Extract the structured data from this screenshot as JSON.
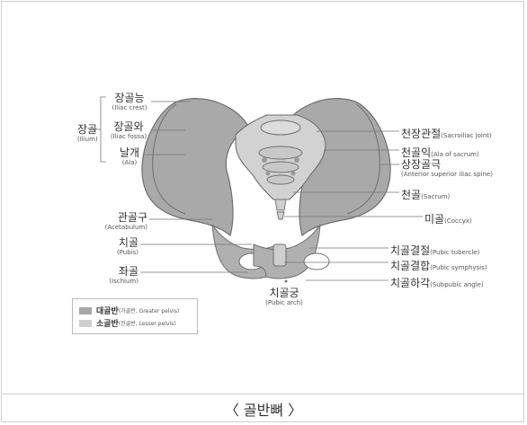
{
  "labels_left": {
    "ilium": {
      "ko": "장골",
      "en": "(Ilium)"
    },
    "iliac_crest": {
      "ko": "장골능",
      "en": "(Iliac crest)"
    },
    "iliac_fossa": {
      "ko": "장골와",
      "en": "(Iliac fossa)"
    },
    "ala": {
      "ko": "날개",
      "en": "(Ala)"
    },
    "acetabulum": {
      "ko": "관골구",
      "en": "(Acetabulum)"
    },
    "pubis": {
      "ko": "치골",
      "en": "(Pubis)"
    },
    "ischium": {
      "ko": "좌골",
      "en": "(Ischium)"
    }
  },
  "labels_right": {
    "sacroiliac": {
      "ko": "천장관절",
      "en": "(Sacroiliac joint)"
    },
    "ala_sacrum": {
      "ko": "천골익",
      "en": "(Ala of sacrum)"
    },
    "asis": {
      "ko": "상장골극",
      "en": "(Anterior superior iliac spine)"
    },
    "sacrum": {
      "ko": "천골",
      "en": "(Sacrum)"
    },
    "coccyx": {
      "ko": "미골",
      "en": "(Coccyx)"
    },
    "pubic_tubercle": {
      "ko": "치골결절",
      "en": "(Pubic tubercle)"
    },
    "pubic_symphysis": {
      "ko": "치골결합",
      "en": "(Pubic symphysis)"
    },
    "subpubic_angle": {
      "ko": "치골하각",
      "en": "(Subpubic angle)"
    }
  },
  "labels_bottom": {
    "pubic_arch": {
      "ko": "치골궁",
      "en": "(Pubic arch)"
    }
  },
  "legend": {
    "greater": {
      "ko": "대골반",
      "en": "(가골반, Greater pelvis)",
      "color": "#a7a7a7"
    },
    "lesser": {
      "ko": "소골반",
      "en": "(진골반, Lesser pelvis)",
      "color": "#cfcfcf"
    }
  },
  "caption": "〈 골반뼈 〉",
  "colors": {
    "bone_dark": "#a9a9a9",
    "bone_light": "#d2d2d2",
    "outline": "#6e6e6e",
    "leader": "#777777"
  }
}
